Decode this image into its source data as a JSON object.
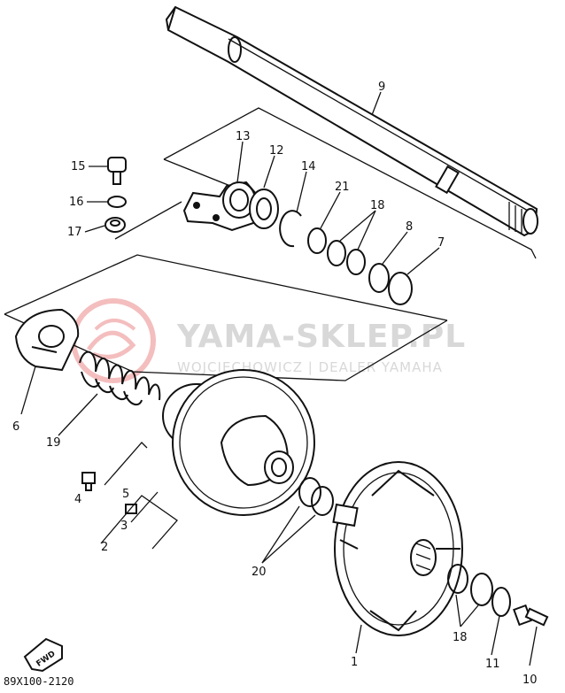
{
  "watermark": {
    "title": "YAMA-SKLEP.PL",
    "subtitle": "WOJCIECHOWICZ | DEALER YAMAHA",
    "logo_color": "#e04848"
  },
  "parts": {
    "p1": "1",
    "p2": "2",
    "p3": "3",
    "p4": "4",
    "p5": "5",
    "p6": "6",
    "p7": "7",
    "p8": "8",
    "p9": "9",
    "p10": "10",
    "p11": "11",
    "p12": "12",
    "p13": "13",
    "p14": "14",
    "p15": "15",
    "p16": "16",
    "p17": "17",
    "p18a": "18",
    "p18b": "18",
    "p19": "19",
    "p20": "20",
    "p21": "21"
  },
  "fwd_label": "FWD",
  "diagram_code": "89X100-2120"
}
